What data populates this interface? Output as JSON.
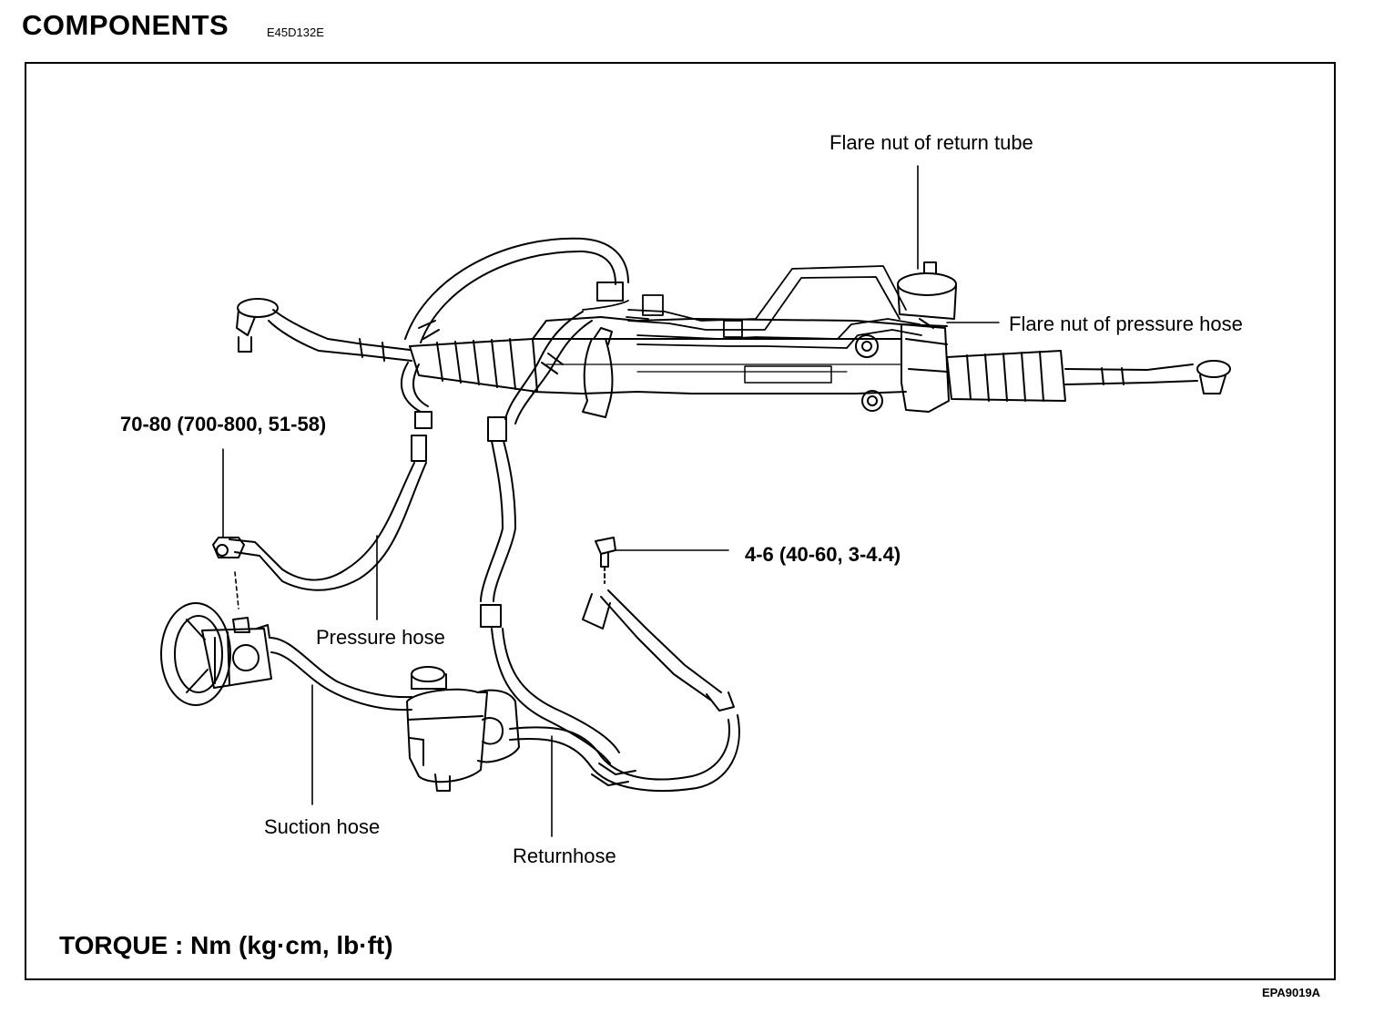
{
  "header": {
    "title": "COMPONENTS",
    "code": "E45D132E"
  },
  "labels": {
    "flare_nut_return_tube": "Flare nut of return tube",
    "flare_nut_pressure_hose": "Flare nut of pressure hose",
    "torque_pressure_hose": "70-80 (700-800, 51-58)",
    "torque_bracket_bolt": "4-6 (40-60, 3-4.4)",
    "pressure_hose": "Pressure hose",
    "suction_hose": "Suction hose",
    "return_hose": "Returnhose"
  },
  "torque_note": "TORQUE : Nm (kg·cm, lb·ft)",
  "figure_code": "EPA9019A"
}
